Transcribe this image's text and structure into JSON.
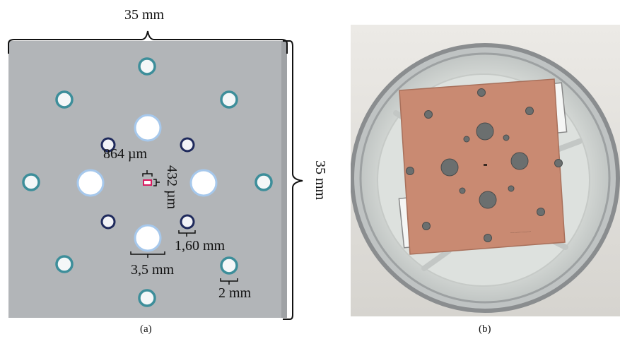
{
  "panel_a": {
    "label_width": "35 mm",
    "label_height": "35 mm",
    "label_864": "864 µm",
    "label_432": "432 µm",
    "label_160": "1,60 mm",
    "label_35": "3,5 mm",
    "label_2": "2 mm",
    "caption": "(a)",
    "colors": {
      "plate": "#b2b5b8",
      "outer_ring": "#3d8e9a",
      "small_ring": "#1f2a5c",
      "large_glow": "#a6c8ec",
      "sensor": "#d81b60"
    }
  },
  "panel_b": {
    "caption": "(b)",
    "board_text_1": "..........................",
    "colors": {
      "board": "#c98a72",
      "dish_rim": "#8a8d8f",
      "gel": "#d8dcd9"
    }
  }
}
